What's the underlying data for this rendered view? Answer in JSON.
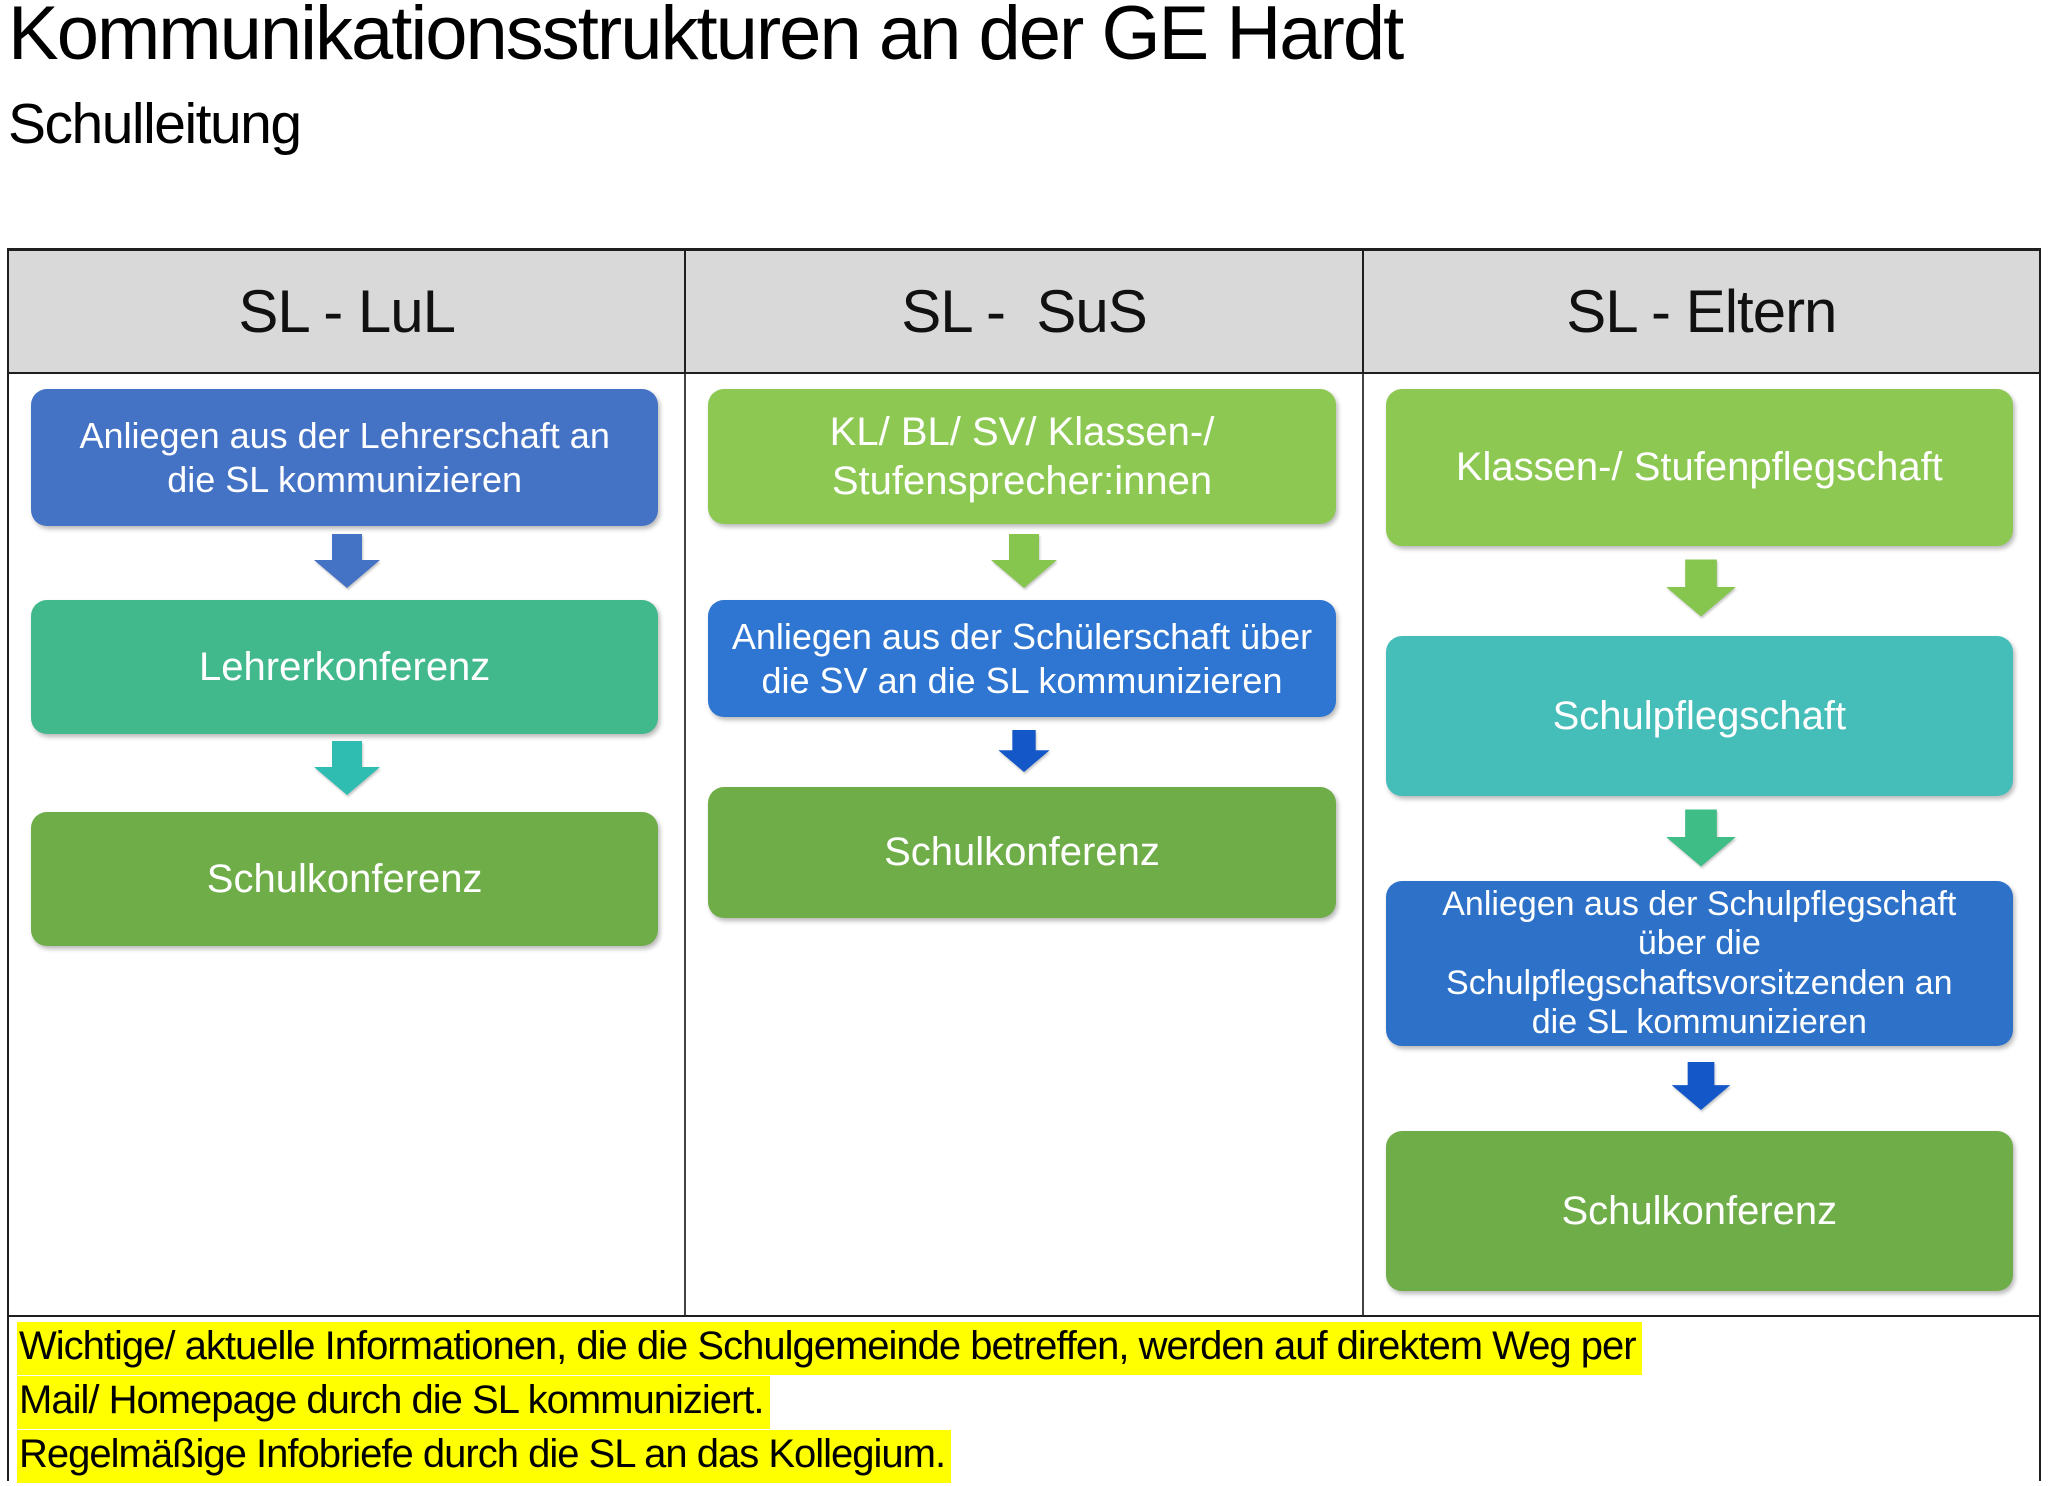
{
  "title": "Kommunikationsstrukturen an der GE Hardt",
  "subtitle": "Schulleitung",
  "columns": [
    {
      "header": "SL - LuL",
      "boxes": [
        {
          "label": "Anliegen aus der Lehrerschaft an\ndie SL kommunizieren",
          "color": "#4472c4"
        },
        {
          "label": "Lehrerkonferenz",
          "color": "#41b98d"
        },
        {
          "label": "Schulkonferenz",
          "color": "#6fad49"
        }
      ],
      "arrow_colors": [
        "#4472c4",
        "#2fbdb2"
      ]
    },
    {
      "header": "SL -  SuS",
      "boxes": [
        {
          "label": "KL/ BL/ SV/ Klassen-/\nStufensprecher:innen",
          "color": "#8dc853"
        },
        {
          "label": "Anliegen aus der Schülerschaft über\ndie SV an die SL kommunizieren",
          "color": "#2e76d2"
        },
        {
          "label": "Schulkonferenz",
          "color": "#6fad49"
        }
      ],
      "arrow_colors": [
        "#86c64e",
        "#1457c8"
      ]
    },
    {
      "header": "SL - Eltern",
      "boxes": [
        {
          "label": "Klassen-/ Stufenpflegschaft",
          "color": "#8dc853"
        },
        {
          "label": "Schulpflegschaft",
          "color": "#45bdb9"
        },
        {
          "label": "Anliegen aus der Schulpflegschaft\nüber die\nSchulpflegschaftsvorsitzenden an\ndie SL kommunizieren",
          "color": "#2d71c8"
        },
        {
          "label": "Schulkonferenz",
          "color": "#6fad49"
        }
      ],
      "arrow_colors": [
        "#86c64e",
        "#3ebd86",
        "#1457c8"
      ]
    }
  ],
  "footer": {
    "lines": [
      "Wichtige/ aktuelle Informationen, die die Schulgemeinde betreffen, werden auf direktem Weg per",
      "Mail/ Homepage durch die SL kommuniziert.",
      "Regelmäßige Infobriefe durch die SL an das Kollegium."
    ],
    "highlight_color": "#ffff00"
  },
  "colors": {
    "header_bg": "#d9d9d9",
    "border": "#1f1f1f",
    "text_on_box": "#ffffff",
    "text": "#000000"
  }
}
